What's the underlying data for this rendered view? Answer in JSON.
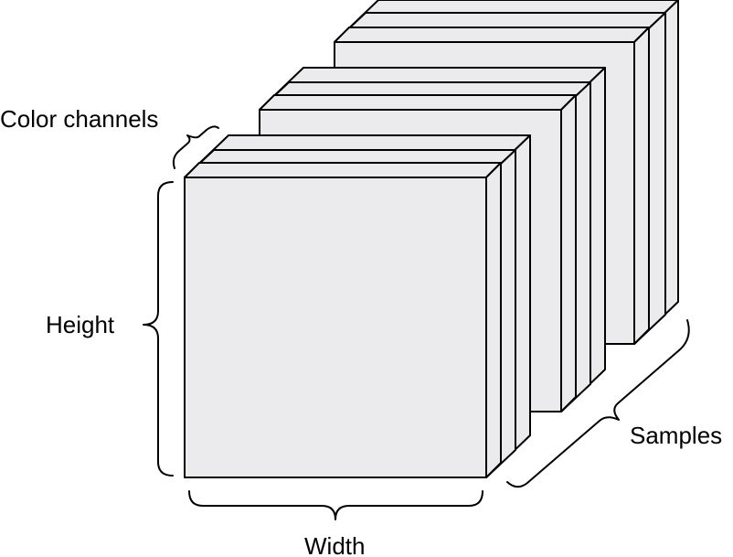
{
  "labels": {
    "color_channels": "Color channels",
    "height": "Height",
    "width": "Width",
    "samples": "Samples"
  },
  "colors": {
    "face": "#ebebed",
    "stroke": "#000000",
    "background": "#ffffff"
  },
  "structure": {
    "samples_shown": 3,
    "channels_per_sample": 3
  }
}
